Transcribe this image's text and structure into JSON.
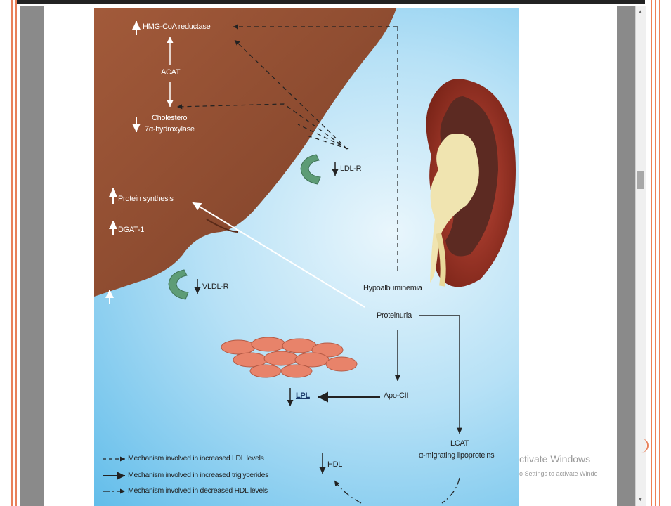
{
  "figure": {
    "liver_labels": {
      "hmg_coa": "HMG-CoA reductase",
      "acat": "ACAT",
      "cholesterol_line1": "Cholesterol",
      "cholesterol_line2": "7α-hydroxylase",
      "protein_synthesis": "Protein synthesis",
      "dgat": "DGAT-1"
    },
    "receptor_labels": {
      "ldl_r": "LDL-R",
      "vldl_r": "VLDL-R"
    },
    "pathway_labels": {
      "hypoalbuminemia": "Hypoalbuminemia",
      "proteinuria": "Proteinuria",
      "apo_cii": "Apo-CII",
      "lpl": "LPL",
      "lcat": "LCAT",
      "alpha_migrating": "α-migrating lipoproteins",
      "hdl": "HDL"
    },
    "legend": [
      {
        "style": "dashed",
        "text": "Mechanism involved in increased LDL levels"
      },
      {
        "style": "solid",
        "text": "Mechanism involved in increased triglycerides"
      },
      {
        "style": "dash-dot",
        "text": "Mechanism involved in decreased HDL levels"
      }
    ]
  },
  "watermark": {
    "line1": "ctivate Windows",
    "line2": "o Settings to activate Windo"
  },
  "colors": {
    "liver": "#8b4a2f",
    "panel_blue": "#62bdea",
    "receptor_green": "#5d9c76",
    "frame_orange": "#ee7f55"
  }
}
